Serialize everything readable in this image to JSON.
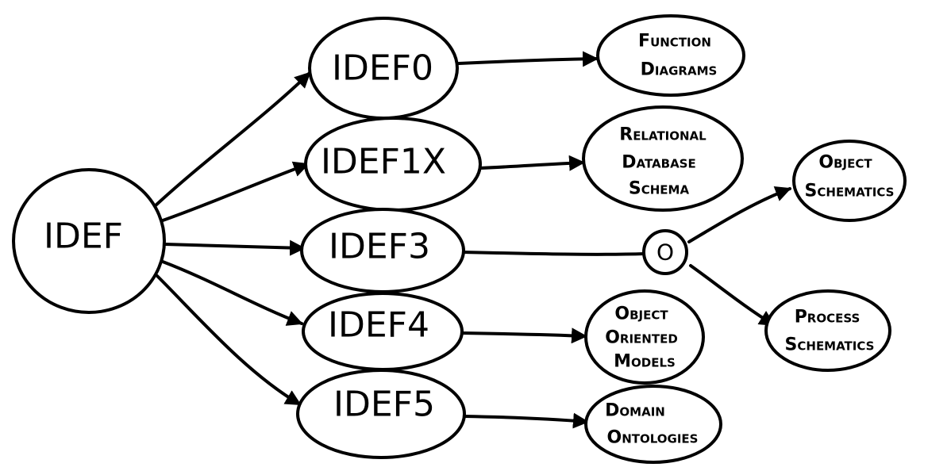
{
  "root": {
    "label": "IDEF"
  },
  "methods": [
    {
      "label": "IDEF0",
      "target_lines": [
        "Function",
        "Diagrams"
      ]
    },
    {
      "label": "IDEF1X",
      "target_lines": [
        "Relational",
        "Database",
        "Schema"
      ]
    },
    {
      "label": "IDEF3",
      "target_lines": []
    },
    {
      "label": "IDEF4",
      "target_lines": [
        "Object",
        "Oriented",
        "Models"
      ]
    },
    {
      "label": "IDEF5",
      "target_lines": [
        "Domain",
        "Ontologies"
      ]
    }
  ],
  "junction": {
    "label": "O"
  },
  "idef3_outputs": [
    {
      "lines": [
        "Object",
        "Schematics"
      ]
    },
    {
      "lines": [
        "Process",
        "Schematics"
      ]
    }
  ],
  "colors": {
    "stroke": "#000000",
    "fill": "#ffffff"
  }
}
